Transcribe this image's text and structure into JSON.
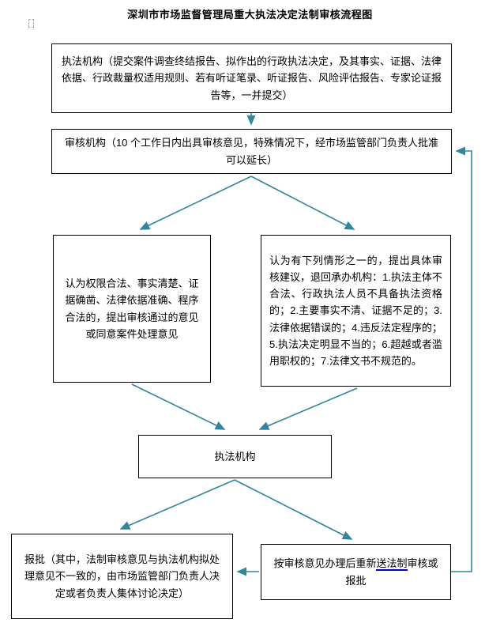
{
  "page": {
    "title": "深圳市市场监督管理局重大执法决定法制审核流程图"
  },
  "flowchart": {
    "nodes": {
      "enforcement_submit": {
        "text": "执法机构（提交案件调查终结报告、拟作出的行政执法决定，及其事实、证据、法律依据、行政裁量权适用规则、若有听证笔录、听证报告、风险评估报告、专家论证报告等，一并提交）"
      },
      "review_agency": {
        "text": "审核机构（10 个工作日内出具审核意见，特殊情况下，经市场监管部门负责人批准可以延长）"
      },
      "approve_opinion": {
        "text": "认为权限合法、事实清楚、证据确凿、法律依据准确、程序合法的，提出审核通过的意见或同意案件处理意见"
      },
      "reject_opinion": {
        "text": "认为有下列情形之一的，提出具体审核建议，退回承办机构：1.执法主体不合法、行政执法人员不具备执法资格的；2.主要事实不清、证据不足的；3.法律依据错误的；4.违反法定程序的；5.执法决定明显不当的；6.超越或者滥用职权的；7.法律文书不规范的。"
      },
      "enforcement_agency": {
        "text": "执法机构"
      },
      "submit_for_approval": {
        "text": "报批（其中，法制审核意见与执法机构拟处理意见不一致的，由市场监管部门负责人决定或者负责人集体讨论决定）"
      },
      "resubmit": {
        "pre": "按审核意见办理后重新",
        "underlined": "送法制",
        "post": "审核或报批"
      }
    },
    "colors": {
      "arrow": "#31859C",
      "border": "#000000",
      "underline": "#0000CC"
    }
  }
}
